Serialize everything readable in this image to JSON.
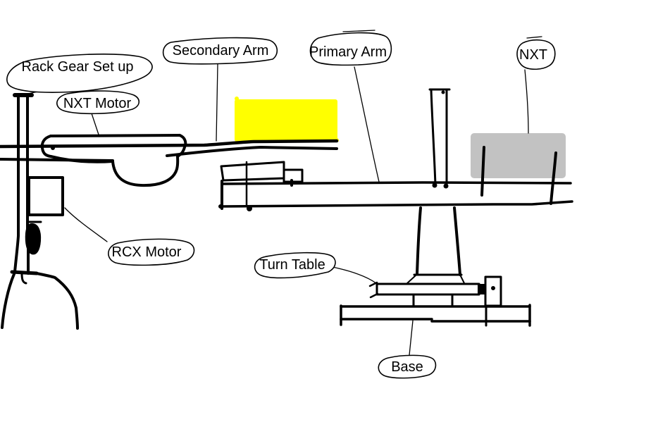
{
  "colors": {
    "background": "#ffffff",
    "ink": "#000000",
    "bubble_fill": "#ffffff",
    "yellow_marker": "#ffff00",
    "gray_marker": "#c2c2c2"
  },
  "labels": {
    "rack_gear": "Rack Gear Set up",
    "nxt_motor": "NXT Motor",
    "secondary_arm": "Secondary Arm",
    "primary_arm": "Primary Arm",
    "nxt": "NXT",
    "rcx_motor": "RCX Motor",
    "turn_table": "Turn Table",
    "base": "Base"
  }
}
